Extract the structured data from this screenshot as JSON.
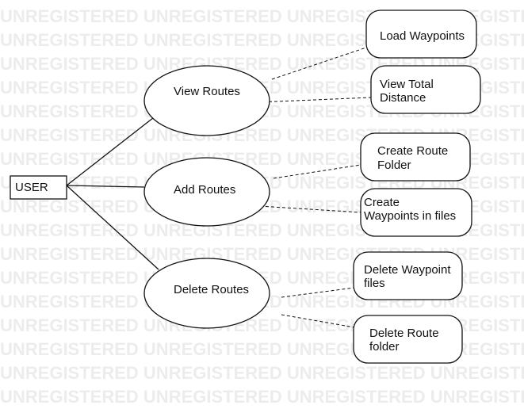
{
  "watermark": {
    "text": "UNREGISTERED UNREGISTERED UNREGISTERED UNREGISTERED"
  },
  "actor": {
    "label": "USER"
  },
  "use_cases": [
    {
      "id": "view",
      "label": "View Routes"
    },
    {
      "id": "add",
      "label": "Add Routes"
    },
    {
      "id": "delete",
      "label": "Delete Routes"
    }
  ],
  "sub_features": [
    {
      "id": "load-waypoints",
      "lines": [
        "Load Waypoints"
      ]
    },
    {
      "id": "view-total-distance",
      "lines": [
        "View Total",
        "Distance"
      ]
    },
    {
      "id": "create-route-folder",
      "lines": [
        "Create Route",
        "Folder"
      ]
    },
    {
      "id": "create-waypoints-in-files",
      "lines": [
        "Create",
        "Waypoints in files"
      ]
    },
    {
      "id": "delete-waypoint-files",
      "lines": [
        "Delete Waypoint",
        "files"
      ]
    },
    {
      "id": "delete-route-folder",
      "lines": [
        "Delete Route",
        "folder"
      ]
    }
  ]
}
